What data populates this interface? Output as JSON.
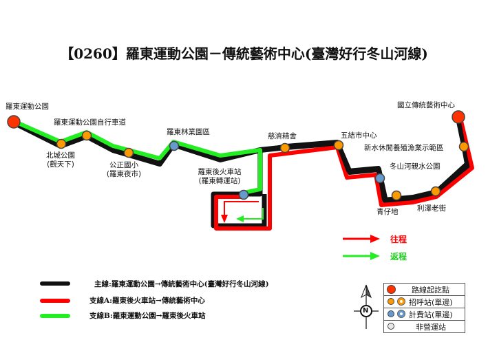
{
  "title": "【0260】羅東運動公園－傳統藝術中心(臺灣好行冬山河線)",
  "colors": {
    "main_line": "#111111",
    "branch_a": "#ff0000",
    "branch_b": "#22ee22",
    "terminal": "#ff3300",
    "flag_stop": "#ff9900",
    "fare_stop": "#6699cc",
    "non_operating": "#dddddd"
  },
  "stops": [
    {
      "name": "羅東運動公園",
      "type": "terminal"
    },
    {
      "name": "北城公園",
      "sub": "(觀天下)",
      "type": "flag_stop"
    },
    {
      "name": "羅東運動公園自行車道",
      "type": "flag_stop"
    },
    {
      "name": "公正國小",
      "sub": "(羅東夜市)",
      "type": "flag_stop"
    },
    {
      "name": "羅東林業園區",
      "type": "fare_stop"
    },
    {
      "name": "羅東後火車站",
      "sub": "(羅東轉運站)",
      "type": "fare_stop"
    },
    {
      "name": "慈濟精舍",
      "type": "flag_stop"
    },
    {
      "name": "五結市中心",
      "type": "flag_stop"
    },
    {
      "name": "冬山河親水公園",
      "type": "fare_stop"
    },
    {
      "name": "青仔地",
      "type": "flag_stop"
    },
    {
      "name": "利澤老街",
      "type": "flag_stop"
    },
    {
      "name": "新水休閒養殖漁業示範區",
      "type": "flag_stop"
    },
    {
      "name": "國立傳統藝術中心",
      "type": "terminal"
    }
  ],
  "direction_legend": {
    "outbound": "往程",
    "return": "返程"
  },
  "line_legend": [
    {
      "label": "主線:羅東運動公園→傳統藝術中心(臺灣好行冬山河線)",
      "color": "#111111"
    },
    {
      "label": "支線A:羅東後火車站→傳統藝術中心",
      "color": "#ff0000"
    },
    {
      "label": "支線B:羅東運動公園→羅東後火車站",
      "color": "#22ee22"
    }
  ],
  "compass": {
    "label": "N"
  },
  "stop_key": [
    {
      "label": "路線起訖點"
    },
    {
      "label": "招呼站(單邊)"
    },
    {
      "label": "計費站(單邊)"
    },
    {
      "label": "非營運站"
    }
  ]
}
